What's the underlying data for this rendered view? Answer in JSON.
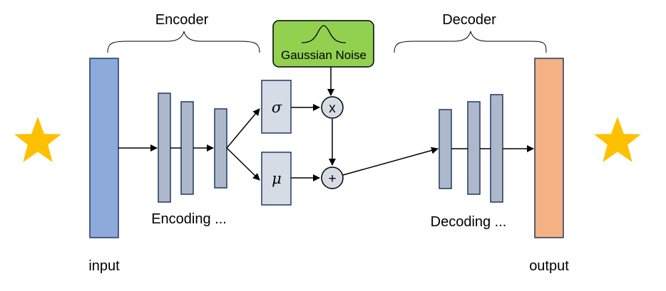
{
  "labels": {
    "encoder": "Encoder",
    "decoder": "Decoder",
    "noise": "Gaussian Noise",
    "sigma": "σ",
    "mu": "μ",
    "multiply": "x",
    "add": "+",
    "encoding": "Encoding ...",
    "decoding": "Decoding ...",
    "input": "input",
    "output": "output"
  },
  "colors": {
    "input_layer": "#8eaadb",
    "output_layer": "#f4b183",
    "hidden_layer": "#adb9ca",
    "latent_box": "#d6dce5",
    "noise_box": "#92d050",
    "star": "#ffc000",
    "outline": "#1f3864"
  },
  "icons": [
    "star-icon",
    "gaussian-curve-icon"
  ]
}
